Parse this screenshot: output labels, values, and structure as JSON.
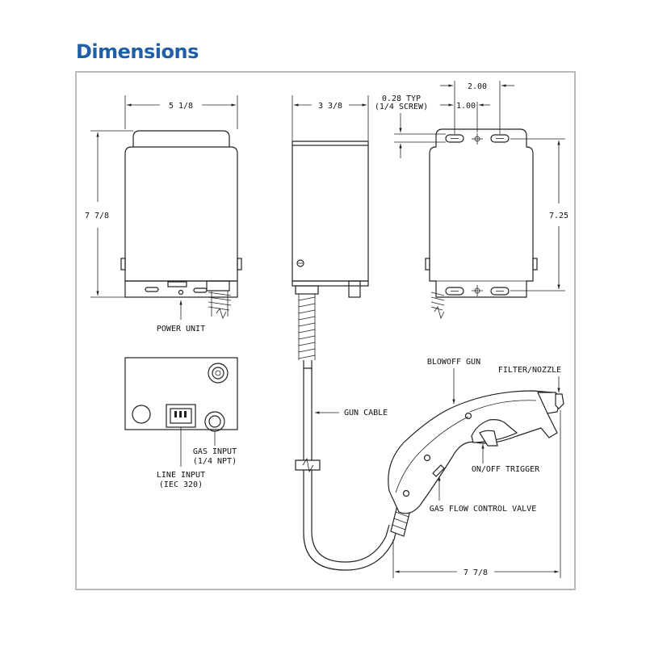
{
  "page": {
    "title": "Dimensions"
  },
  "dimensions": {
    "front_width": "5 1/8",
    "front_height": "7 7/8",
    "side_depth": "3 3/8",
    "back_hole_spacing": "2.00",
    "back_center_offset": "1.00",
    "screw_typ": "0.28 TYP",
    "screw_note": "(1/4 SCREW)",
    "back_vertical": "7.25",
    "gun_length": "7 7/8"
  },
  "labels": {
    "power_unit": "POWER UNIT",
    "line_input_1": "LINE INPUT",
    "line_input_2": "(IEC 320)",
    "gas_input_1": "GAS INPUT",
    "gas_input_2": "(1/4 NPT)",
    "gun_cable": "GUN CABLE",
    "blowoff_gun": "BLOWOFF GUN",
    "filter_nozzle": "FILTER/NOZZLE",
    "trigger": "ON/OFF TRIGGER",
    "gas_valve": "GAS FLOW CONTROL VALVE"
  },
  "colors": {
    "title": "#1f5fa8",
    "frame": "#b9b9b9",
    "line": "#222222"
  }
}
